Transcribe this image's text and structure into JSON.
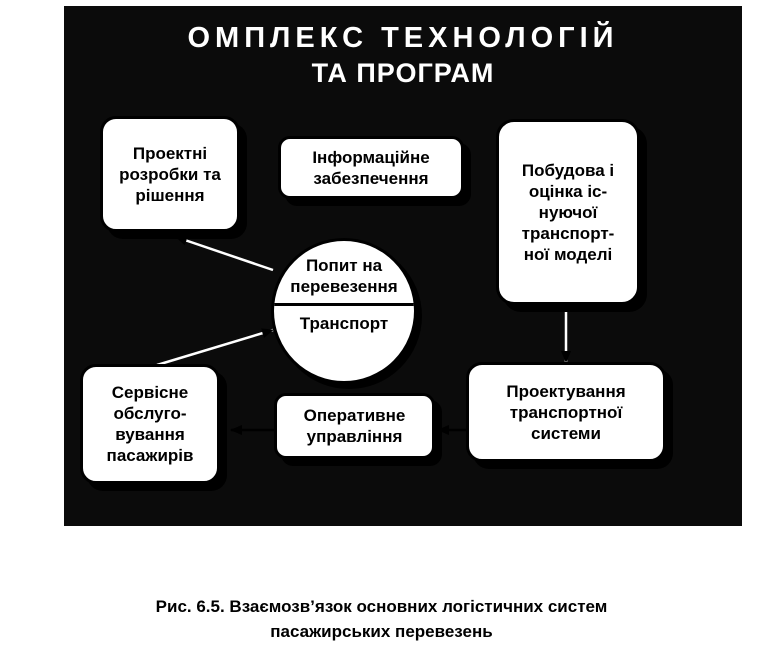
{
  "title": {
    "line1": "ОМПЛЕКС ТЕХНОЛОГІЙ",
    "line2": "ТА ПРОГРАМ"
  },
  "boxes": {
    "project_dev": "Проектні розробки та рішення",
    "info_support": "Інформаційне забезпечення",
    "model_building": "Побудова і оцінка іс-нуючої транспорт-ної моделі",
    "transport_design": "Проектування транспортної системи",
    "operational_mgmt": "Оперативне управління",
    "passenger_service": "Сервісне обслуго-вування пасажирів"
  },
  "center": {
    "top": "Попит на перевезення",
    "bottom": "Транспорт"
  },
  "caption": {
    "line1": "Рис. 6.5. Взаємозв’язок основних логістичних систем",
    "line2": "пасажирських перевезень"
  }
}
